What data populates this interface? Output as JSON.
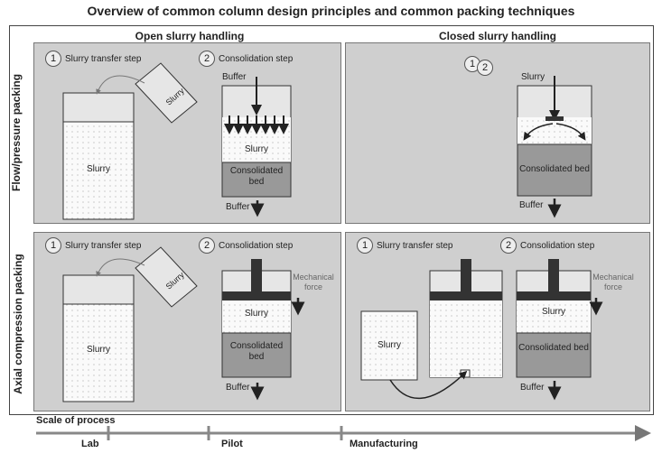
{
  "title": "Overview of common column design principles and common packing techniques",
  "row_labels": {
    "top": "Flow/pressure packing",
    "bottom": "Axial compression packing"
  },
  "col_headers": {
    "left": "Open slurry handling",
    "right": "Closed slurry handling"
  },
  "steps": {
    "s1_num": "1",
    "s1": "Slurry transfer step",
    "s2_num": "2",
    "s2": "Consolidation step"
  },
  "labels": {
    "slurry": "Slurry",
    "buffer": "Buffer",
    "consolidated_bed": "Consolidated bed",
    "mechanical_force": "Mechanical force"
  },
  "scale": {
    "label": "Scale of process",
    "lab": "Lab",
    "pilot": "Pilot",
    "manufacturing": "Manufacturing"
  }
}
